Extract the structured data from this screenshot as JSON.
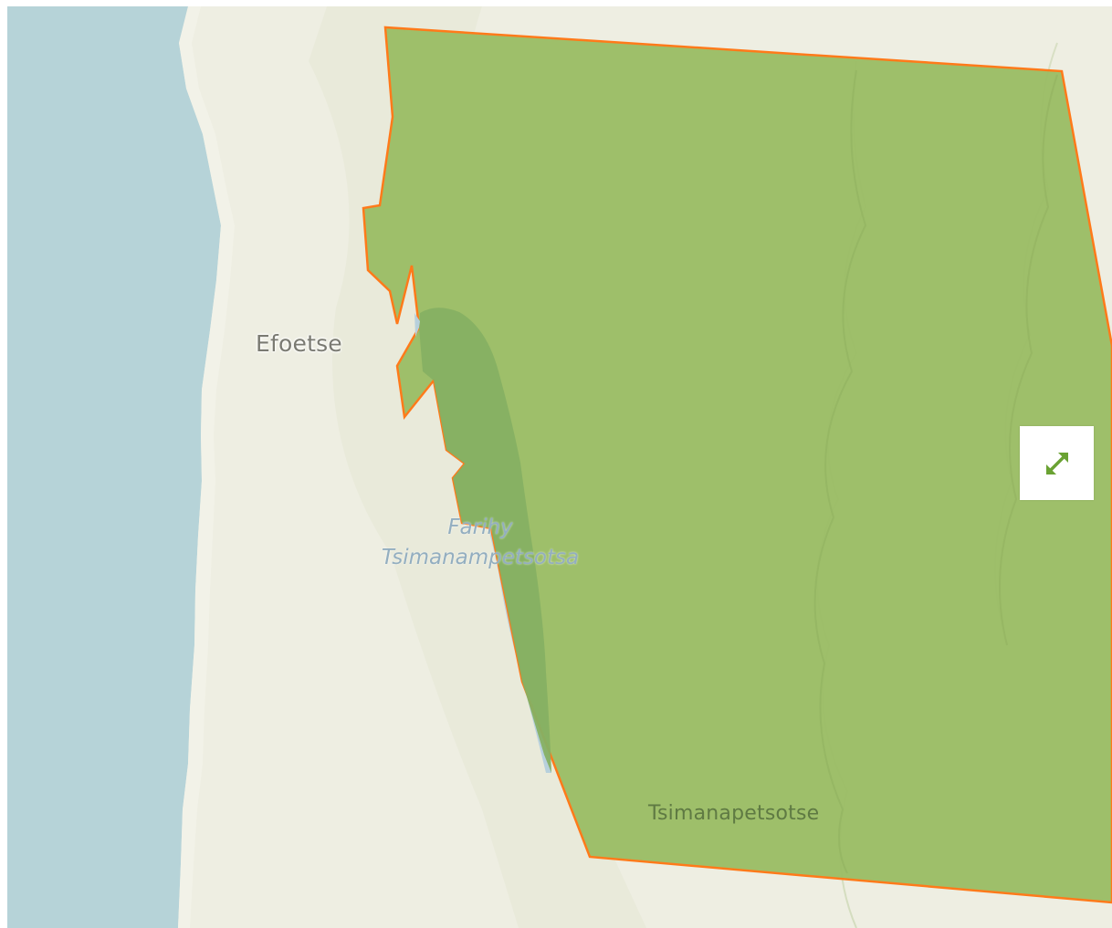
{
  "map": {
    "labels": {
      "town_efoetse": "Efoetse",
      "lake_line1": "Farihy",
      "lake_line2": "Tsimanampetsotsa",
      "park_name": "Tsimanapetsotse"
    },
    "colors": {
      "sea": "#b6d3d8",
      "land": "#eeeee2",
      "park_fill": "#9bbd66",
      "park_border": "#ff7a1a",
      "lake": "#b7d0dc",
      "accent": "#6aa233"
    }
  },
  "controls": {
    "expand_icon": "expand-arrows-icon"
  }
}
